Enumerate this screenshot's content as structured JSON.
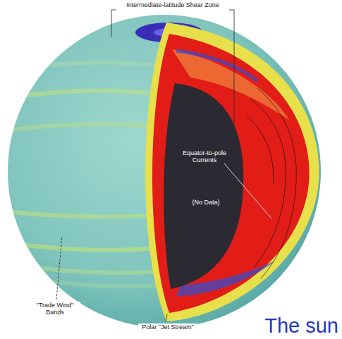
{
  "diagram": {
    "caption": "The sun",
    "labels": [
      "Intermediate-latitude Shear Zone",
      "Equator-to-pole Currents",
      "(No Data)",
      "\"Trade Wind\" Bands",
      "Polar \"Jet Stream\""
    ]
  }
}
